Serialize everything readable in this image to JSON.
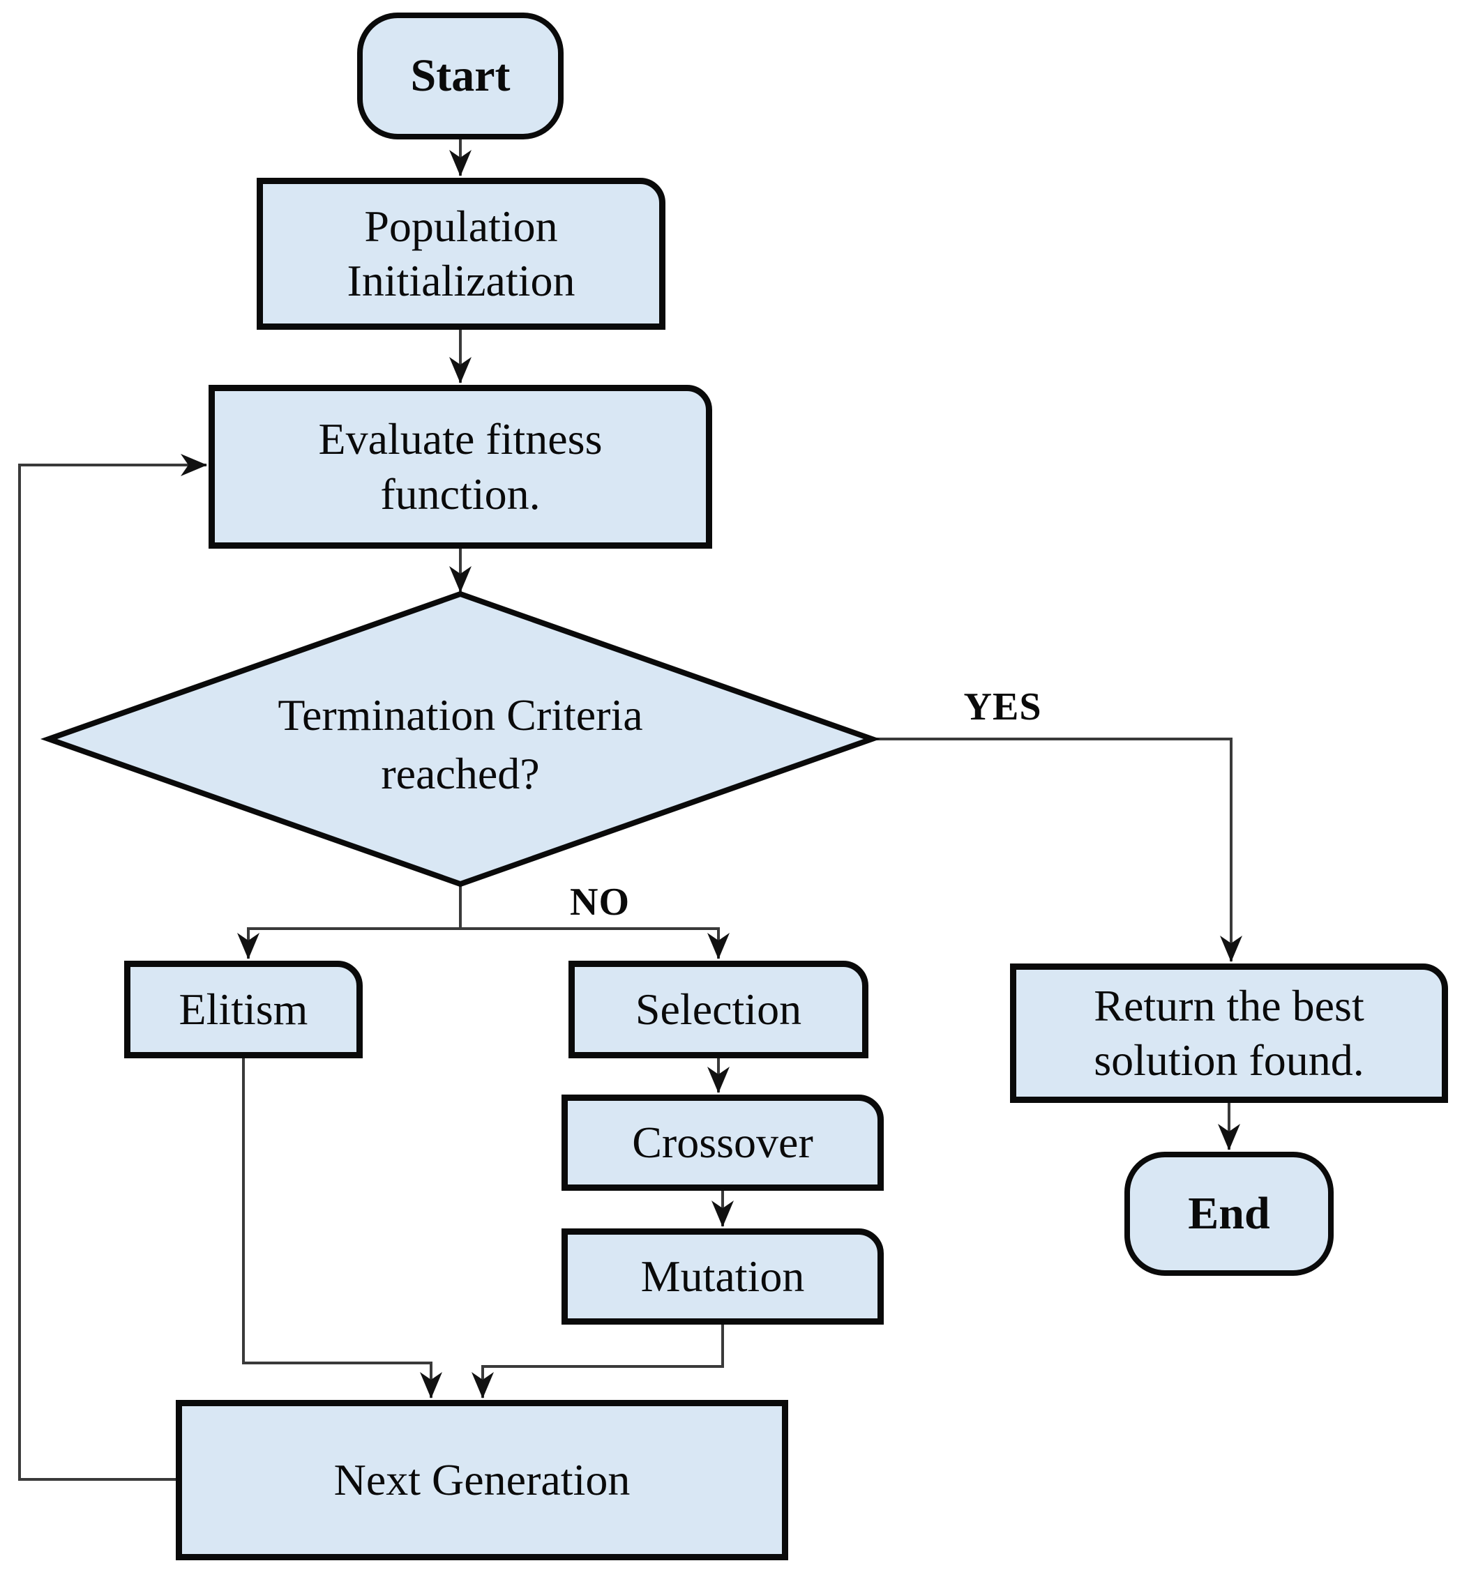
{
  "diagram": {
    "type": "flowchart",
    "colors": {
      "node_fill": "#d9e7f4",
      "node_border": "#0a0a0a",
      "connector": "#3a3a3a",
      "text": "#0a0a0a",
      "background": "#ffffff"
    }
  },
  "nodes": {
    "start": {
      "label": "Start",
      "shape": "terminal"
    },
    "population_init": {
      "lines": [
        "Population",
        "Initialization"
      ],
      "shape": "process"
    },
    "evaluate_fitness": {
      "lines": [
        "Evaluate fitness",
        "function."
      ],
      "shape": "process"
    },
    "termination": {
      "lines": [
        "Termination Criteria",
        "reached?"
      ],
      "shape": "decision"
    },
    "elitism": {
      "label": "Elitism",
      "shape": "process"
    },
    "selection": {
      "label": "Selection",
      "shape": "process"
    },
    "crossover": {
      "label": "Crossover",
      "shape": "process"
    },
    "mutation": {
      "label": "Mutation",
      "shape": "process"
    },
    "next_generation": {
      "label": "Next Generation",
      "shape": "process"
    },
    "return_best": {
      "lines": [
        "Return the best",
        "solution found."
      ],
      "shape": "process"
    },
    "end": {
      "label": "End",
      "shape": "terminal"
    }
  },
  "edge_labels": {
    "yes": "YES",
    "no": "NO"
  }
}
